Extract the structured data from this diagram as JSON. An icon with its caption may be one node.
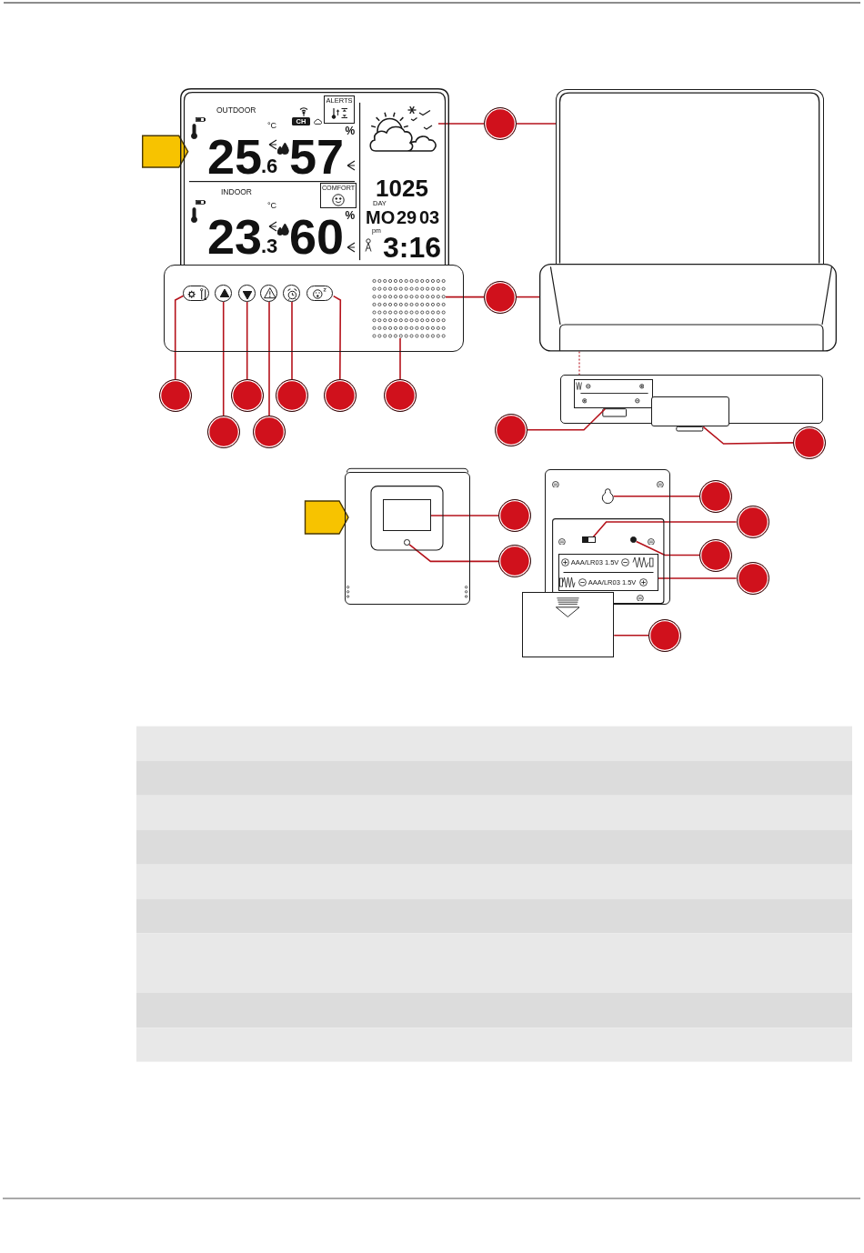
{
  "diagram": {
    "nodes": [
      {
        "text": [
          "OUTDOOR",
          "25",
          "°C",
          ".6",
          "57",
          "%",
          "INDOOR",
          "23",
          "°C",
          ".3",
          "60",
          "%",
          "1025",
          "DAY",
          "MO",
          "29",
          "03",
          "pm",
          "3:16"
        ]
      },
      {
        "text": [
          "CH"
        ],
        "in": 0
      },
      {
        "text": [
          "ALERTS"
        ],
        "in": 0
      },
      {
        "text": [
          "COMFORT"
        ],
        "in": 0
      },
      {
        "text": [],
        "shape": "picture",
        "in": 0
      },
      {
        "text": [],
        "shape": "box"
      },
      {
        "text": [],
        "shape": "box"
      },
      {
        "text": [],
        "shape": "picture",
        "in": 6
      },
      {
        "text": [],
        "shape": "picture"
      },
      {
        "text": [],
        "shape": "button",
        "in": 6
      },
      {
        "text": [],
        "shape": "button",
        "in": 6
      },
      {
        "text": [],
        "shape": "button",
        "in": 6
      },
      {
        "text": [],
        "shape": "button",
        "in": 6
      },
      {
        "text": [],
        "shape": "button",
        "in": 6
      },
      {
        "text": [],
        "shape": "button",
        "in": 6
      },
      {
        "text": [],
        "shape": "box"
      },
      {
        "text": [],
        "shape": "box",
        "in": 15
      },
      {
        "text": [],
        "shape": "box",
        "in": 15
      },
      {
        "text": [],
        "shape": "box"
      },
      {
        "text": [],
        "shape": "box",
        "in": 18
      },
      {
        "text": [],
        "shape": "circle",
        "in": 18
      },
      {
        "text": [],
        "shape": "box"
      },
      {
        "text": [],
        "shape": "picture",
        "in": 21
      },
      {
        "text": [],
        "shape": "box",
        "in": 21
      },
      {
        "text": [],
        "shape": "circle",
        "in": 21
      },
      {
        "text": [
          "AAA/LR03 1.5V",
          "AAA/LR03 1.5V"
        ],
        "in": 21
      },
      {
        "text": [],
        "shape": "box"
      },
      {
        "text": [],
        "shape": "circle"
      },
      {
        "text": [],
        "shape": "circle"
      },
      {
        "text": [],
        "shape": "circle"
      },
      {
        "text": [],
        "shape": "circle"
      },
      {
        "text": [],
        "shape": "circle"
      },
      {
        "text": [],
        "shape": "circle"
      },
      {
        "text": [],
        "shape": "circle"
      },
      {
        "text": [],
        "shape": "circle"
      },
      {
        "text": [],
        "shape": "circle"
      },
      {
        "text": [],
        "shape": "circle"
      },
      {
        "text": [],
        "shape": "circle"
      },
      {
        "text": [],
        "shape": "circle"
      },
      {
        "text": [],
        "shape": "circle"
      },
      {
        "text": [],
        "shape": "circle"
      },
      {
        "text": [],
        "shape": "circle"
      },
      {
        "text": [],
        "shape": "circle"
      },
      {
        "text": [],
        "shape": "circle"
      },
      {
        "text": [],
        "shape": "circle"
      }
    ],
    "edges": [
      {
        "from": 27,
        "to": 4,
        "arrow": "none"
      },
      {
        "from": 27,
        "to": 5,
        "arrow": "none"
      },
      {
        "from": 28,
        "to": 7,
        "arrow": "none"
      },
      {
        "from": 28,
        "to": 8,
        "arrow": "none"
      },
      {
        "from": 29,
        "to": 9,
        "arrow": "none"
      },
      {
        "from": 30,
        "to": 10,
        "arrow": "none"
      },
      {
        "from": 31,
        "to": 11,
        "arrow": "none"
      },
      {
        "from": 32,
        "to": 12,
        "arrow": "none"
      },
      {
        "from": 33,
        "to": 13,
        "arrow": "none"
      },
      {
        "from": 34,
        "to": 14,
        "arrow": "none"
      },
      {
        "from": 35,
        "to": 7,
        "arrow": "none"
      },
      {
        "from": 36,
        "to": 16,
        "arrow": "none"
      },
      {
        "from": 37,
        "to": 17,
        "arrow": "none"
      },
      {
        "from": 38,
        "to": 19,
        "arrow": "none"
      },
      {
        "from": 39,
        "to": 20,
        "arrow": "none"
      },
      {
        "from": 40,
        "to": 22,
        "arrow": "none"
      },
      {
        "from": 41,
        "to": 23,
        "arrow": "none"
      },
      {
        "from": 42,
        "to": 24,
        "arrow": "none"
      },
      {
        "from": 43,
        "to": 25,
        "arrow": "none"
      },
      {
        "from": 44,
        "to": 26,
        "arrow": "none"
      },
      {
        "from": 8,
        "to": 15,
        "arrow": "none",
        "style": "dashed"
      }
    ]
  }
}
